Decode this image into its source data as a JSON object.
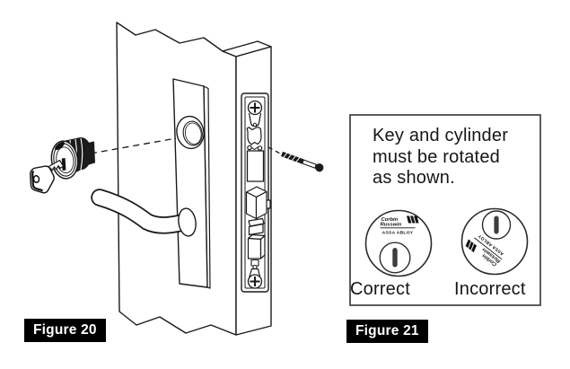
{
  "colors": {
    "ink": "#1a1a1a",
    "paper": "#ffffff",
    "slot_gray": "#3d3d3d",
    "label_bg": "#000000",
    "label_fg": "#ffffff"
  },
  "figure20": {
    "label": "Figure 20"
  },
  "figure21": {
    "label": "Figure 21",
    "note_line1": "Key and cylinder",
    "note_line2": "must be rotated",
    "note_line3": "as shown.",
    "correct_label": "Correct",
    "incorrect_label": "Incorrect",
    "logo": {
      "brand_line1": "Corbin",
      "brand_line2": "Russwin",
      "tagline": "ASSA ABLOY"
    }
  }
}
